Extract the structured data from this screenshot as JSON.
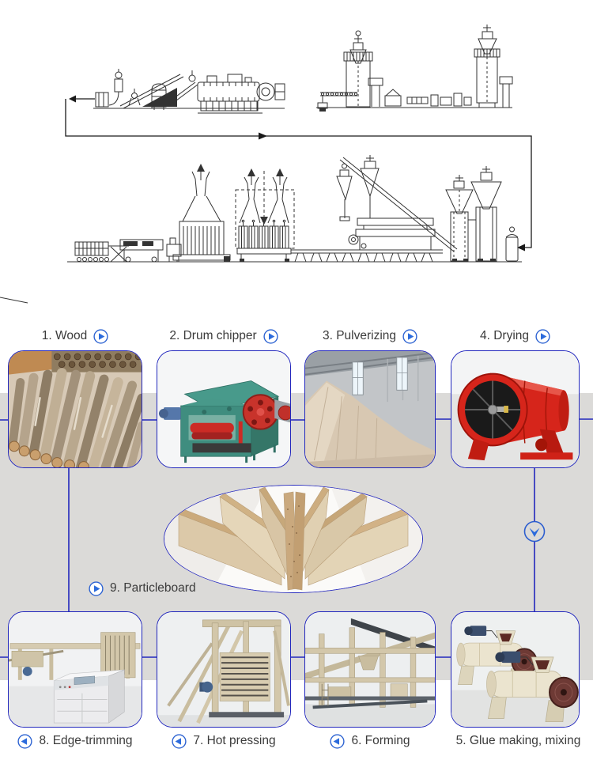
{
  "colors": {
    "accent_blue": "#2227bd",
    "icon_blue": "#2c6bdc",
    "band_gray": "#dbdad8",
    "label_text": "#3b3b3b",
    "schematic_ink": "#333333"
  },
  "icons": {
    "arrow_right_circle": "►",
    "arrow_left_circle": "◄",
    "arrow_down_circle": "▼"
  },
  "schematic": {
    "row1": "chipping-and-drying-line-drawing",
    "row2": "forming-and-pressing-line-drawing"
  },
  "steps": [
    {
      "label": "1. Wood",
      "arrow": "right"
    },
    {
      "label": "2. Drum chipper",
      "arrow": "right"
    },
    {
      "label": "3. Pulverizing",
      "arrow": "right"
    },
    {
      "label": "4. Drying",
      "arrow": "right"
    },
    {
      "label": "5. Glue making, mixing",
      "arrow": "left"
    },
    {
      "label": "6. Forming",
      "arrow": "left"
    },
    {
      "label": "7. Hot pressing",
      "arrow": "left"
    },
    {
      "label": "8. Edge-trimming",
      "arrow": "left"
    },
    {
      "label": "9. Particleboard",
      "arrow": "right"
    }
  ]
}
